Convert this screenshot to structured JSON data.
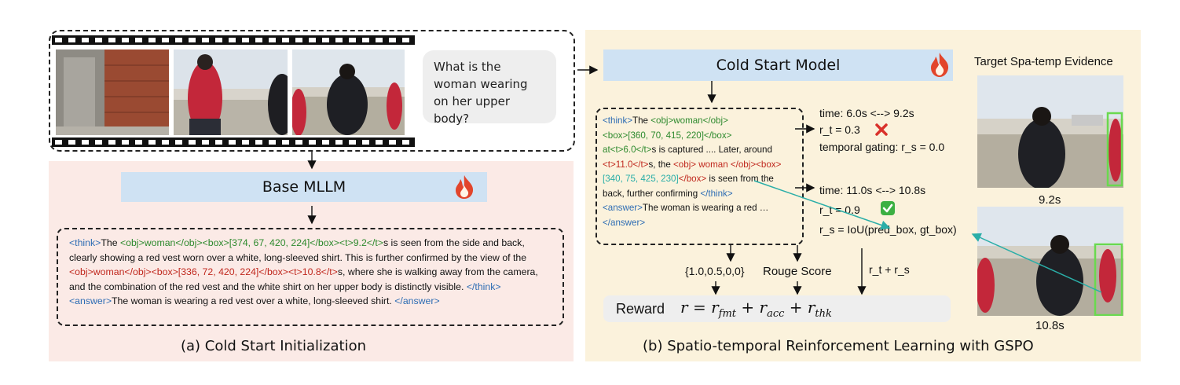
{
  "question": "What is the woman wearing on her upper body?",
  "base_model": {
    "label": "Base MLLM"
  },
  "cold_start_model": {
    "label": "Cold Start Model"
  },
  "evidence_title": "Target Spa-temp Evidence",
  "cold_start_text": {
    "think_open": "<think>",
    "t1": "The ",
    "obj1": "<obj>woman</obj><box>[374, 67, 420, 224]</box><t>9.2</t>",
    "t2": "s is seen from the side and back, clearly showing a red vest worn over a white, long-sleeved shirt. This is further confirmed by the view of the ",
    "obj2": "<obj>woman</obj><box>[336, 72, 420, 224]</box><t>10.8</t>",
    "t3": "s, where she is walking away from the camera, and the combination of the red vest and the white shirt on her upper body is distinctly visible. ",
    "think_close": "</think>",
    "answer_open": "<answer>",
    "answer": "The woman is wearing a red vest over a white, long-sleeved shirt. ",
    "answer_close": "</answer>"
  },
  "rl_text": {
    "think_open": "<think>",
    "t1": "The ",
    "obj1": "<obj>woman</obj>",
    "box1": "<box>[360, 70, 415, 220]</box>",
    "at1": "at<t>6.0</t>",
    "t2": "s is captured .... Later, around ",
    "time2": "<t>11.0</t>",
    "t3": "s, the ",
    "obj2": "<obj> woman </obj>",
    "box2a": "<box>",
    "box2b": "[340, 75, 425, 230]",
    "box2c": "</box>",
    "t4": " is seen from the back, further confirming ",
    "think_close": "</think>",
    "answer_open": "<answer>",
    "answer": "The woman is wearing a red …",
    "answer_close": "</answer>"
  },
  "metrics": {
    "time1": "time: 6.0s <--> 9.2s",
    "rt1": "r_t = 0.3",
    "gating": "temporal gating: r_s = 0.0",
    "time2": "time: 11.0s <--> 10.8s",
    "rt2": "r_t = 0.9",
    "rs": "r_s = IoU(pred_box, gt_box)"
  },
  "scores": {
    "fmt": "{1.0,0.5,0,0}",
    "rouge": "Rouge Score",
    "sum": "r_t + r_s"
  },
  "reward": {
    "label": "Reward",
    "formula_r": "r",
    "eq": " = ",
    "r1": "r",
    "s1": "fmt",
    "plus": " + ",
    "r2": "r",
    "s2": "acc",
    "r3": "r",
    "s3": "thk"
  },
  "evidence": {
    "t1": "9.2s",
    "t2": "10.8s"
  },
  "captions": {
    "a": "(a) Cold Start Initialization",
    "b": "(b) Spatio-temporal Reinforcement Learning with GSPO"
  },
  "colors": {
    "tag": "#2e6db4",
    "obj": "#2e8a2e",
    "time": "#c0281e",
    "box_highlight": "#2aaea8",
    "cross": "#d9312a",
    "check": "#3cb043"
  }
}
